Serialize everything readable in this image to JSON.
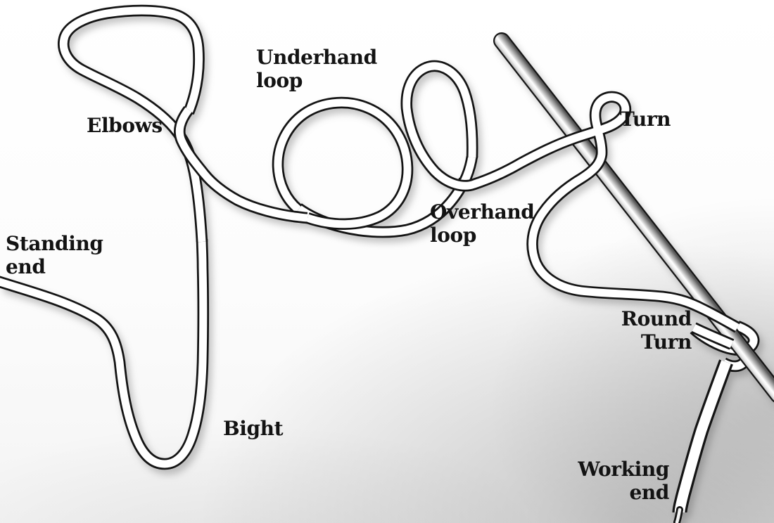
{
  "labels": {
    "standing_end": {
      "line1": "Standing",
      "line2": "end"
    },
    "elbows": {
      "line1": "Elbows"
    },
    "underhand_loop": {
      "line1": "Underhand",
      "line2": "loop"
    },
    "bight": {
      "line1": "Bight"
    },
    "overhand_loop": {
      "line1": "Overhand",
      "line2": "loop"
    },
    "turn": {
      "line1": "Turn"
    },
    "round_turn": {
      "line1": "Round",
      "line2": "Turn"
    },
    "working_end": {
      "line1": "Working",
      "line2": "end"
    }
  },
  "colors": {
    "rope_fill": "#ffffff",
    "rope_outline": "#141414",
    "rod_light": "#f7f7f7",
    "rod_dark": "#5e5e5e",
    "label_text": "#131313",
    "background": "#fdfdfd",
    "shadow_corner": "#c9c9c9"
  }
}
